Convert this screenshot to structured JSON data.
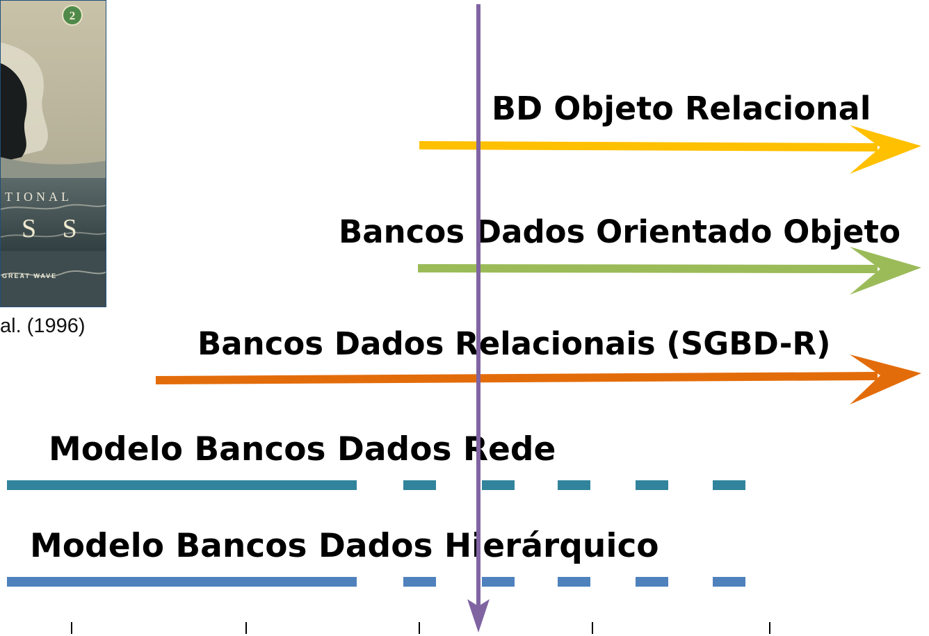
{
  "book": {
    "badge": "2",
    "subtitle_fragment": "TIONAL",
    "title_fragment": "S S",
    "tagline_fragment": "GREAT WAVE"
  },
  "caption": "al. (1996)",
  "labels": {
    "object_relational": "BD Objeto Relacional",
    "object_oriented": "Bancos Dados Orientado Objeto",
    "relational": "Bancos Dados Relacionais (SGBD-R)",
    "network": "Modelo Bancos Dados Rede",
    "hierarchical": "Modelo Bancos Dados Hierárquico"
  },
  "colors": {
    "object_relational": "#ffc000",
    "object_oriented": "#9bbb59",
    "relational": "#e36c0a",
    "network": "#31849b",
    "hierarchical": "#4f81bd",
    "now_marker": "#8064a2"
  }
}
